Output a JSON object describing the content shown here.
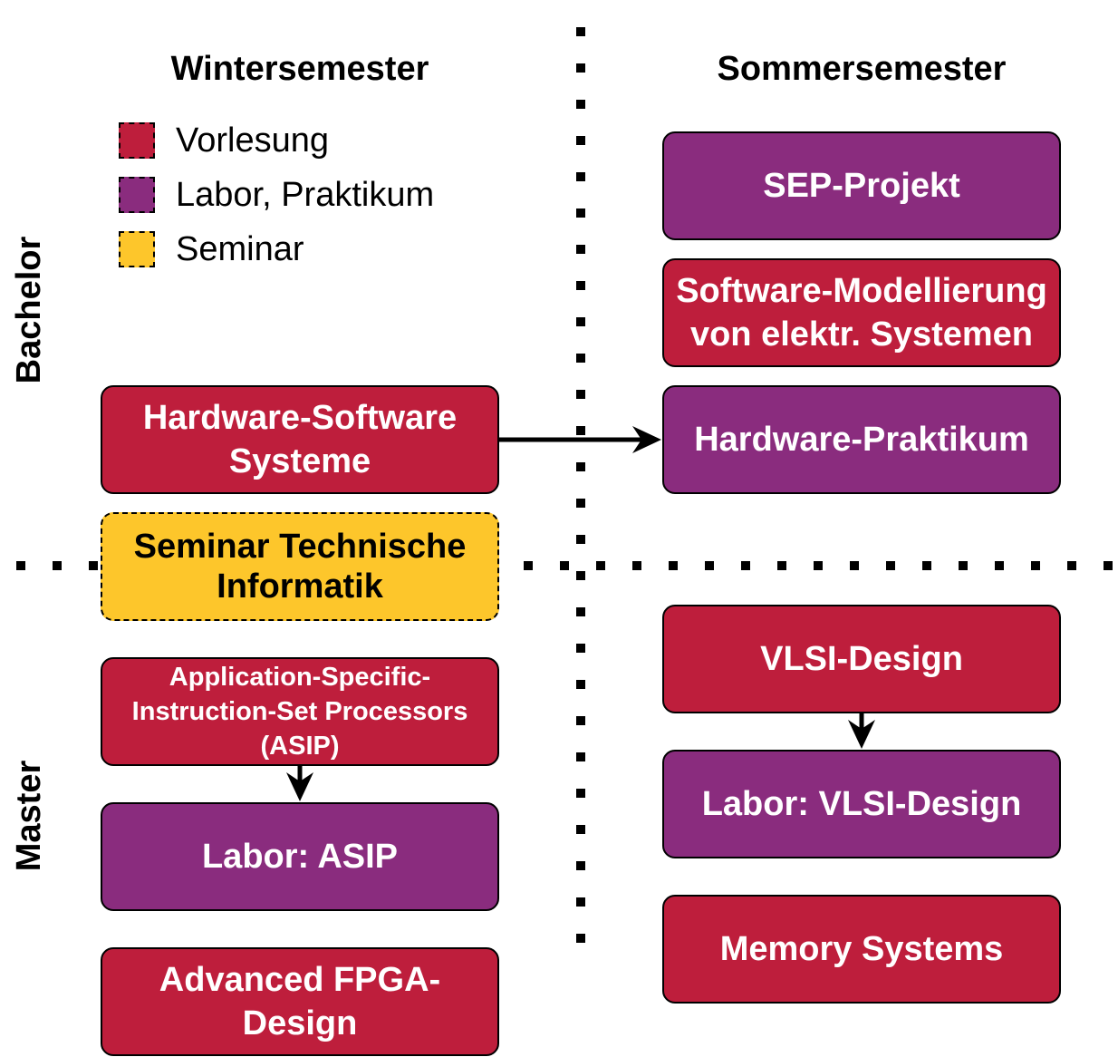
{
  "colors": {
    "vorlesung": "#BE1E3C",
    "labor": "#8A2C7E",
    "seminar": "#FDC62B",
    "line": "#000000"
  },
  "columns": {
    "winter": "Wintersemester",
    "summer": "Sommersemester"
  },
  "rows": {
    "bachelor": "Bachelor",
    "master": "Master"
  },
  "legend": [
    {
      "label": "Vorlesung",
      "type": "vorlesung"
    },
    {
      "label": "Labor, Praktikum",
      "type": "labor"
    },
    {
      "label": "Seminar",
      "type": "seminar"
    }
  ],
  "courses": {
    "sep_projekt": {
      "lines": [
        "SEP-Projekt"
      ],
      "type": "labor"
    },
    "software_modellierung": {
      "lines": [
        "Software-Modellierung",
        "von elektr. Systemen"
      ],
      "type": "vorlesung"
    },
    "hardware_software": {
      "lines": [
        "Hardware-Software",
        "Systeme"
      ],
      "type": "vorlesung"
    },
    "hardware_praktikum": {
      "lines": [
        "Hardware-Praktikum"
      ],
      "type": "labor"
    },
    "seminar_ti": {
      "lines": [
        "Seminar Technische",
        "Informatik"
      ],
      "type": "seminar"
    },
    "asip": {
      "lines": [
        "Application-Specific-",
        "Instruction-Set Processors",
        "(ASIP)"
      ],
      "type": "vorlesung"
    },
    "labor_asip": {
      "lines": [
        "Labor: ASIP"
      ],
      "type": "labor"
    },
    "fpga": {
      "lines": [
        "Advanced FPGA-",
        "Design"
      ],
      "type": "vorlesung"
    },
    "vlsi": {
      "lines": [
        "VLSI-Design"
      ],
      "type": "vorlesung"
    },
    "labor_vlsi": {
      "lines": [
        "Labor: VLSI-Design"
      ],
      "type": "labor"
    },
    "memory": {
      "lines": [
        "Memory Systems"
      ],
      "type": "vorlesung"
    }
  },
  "connections": [
    {
      "from": "hardware_software",
      "to": "hardware_praktikum"
    },
    {
      "from": "asip",
      "to": "labor_asip"
    },
    {
      "from": "vlsi",
      "to": "labor_vlsi"
    }
  ]
}
